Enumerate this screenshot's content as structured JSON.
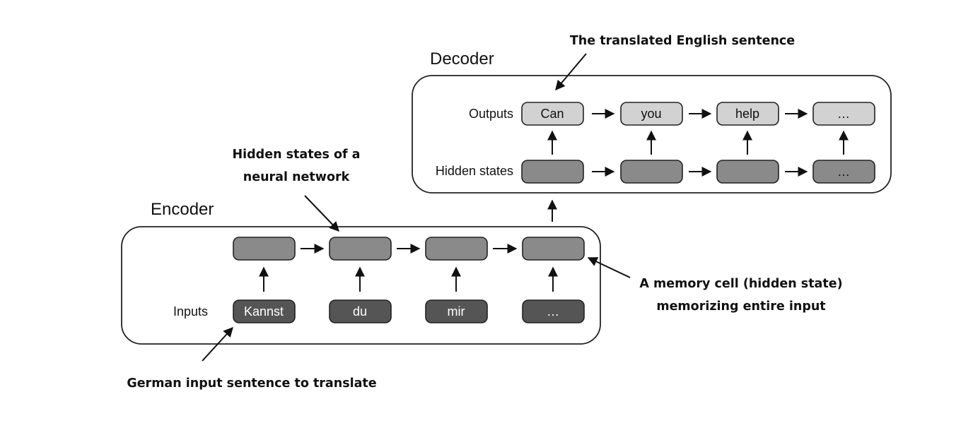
{
  "encoder": {
    "title": "Encoder",
    "inputs_label": "Inputs",
    "tokens": [
      "Kannst",
      "du",
      "mir",
      "…"
    ]
  },
  "decoder": {
    "title": "Decoder",
    "outputs_label": "Outputs",
    "hidden_states_label": "Hidden states",
    "outputs": [
      "Can",
      "you",
      "help",
      "…"
    ],
    "hidden_last": "…"
  },
  "annotations": {
    "translated": "The translated English sentence",
    "hidden_line1": "Hidden states of a",
    "hidden_line2": "neural network",
    "memory_line1": "A memory cell (hidden state)",
    "memory_line2": "memorizing entire input",
    "german": "German input sentence to translate"
  },
  "colors": {
    "light_node": "#d2d2d2",
    "hidden_node": "#8a8a8a",
    "input_node": "#555555"
  }
}
